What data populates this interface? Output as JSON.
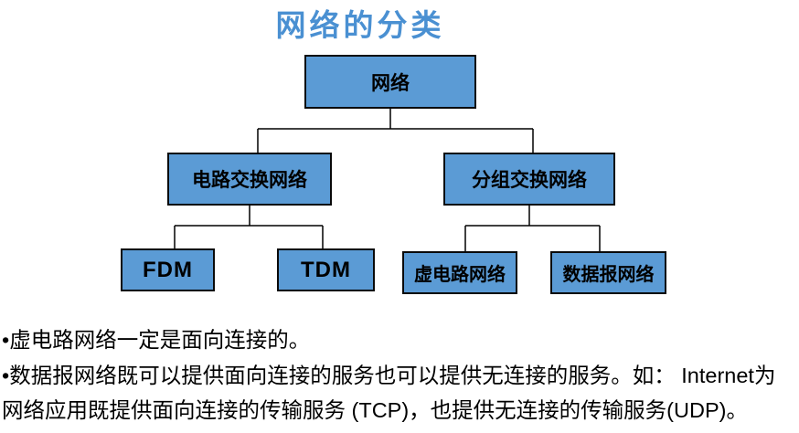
{
  "title": {
    "text": "网络的分类",
    "color": "#4a90d2"
  },
  "colors": {
    "box_fill": "#5b9bd5",
    "box_border": "#0a0a0a",
    "connector_line": "#000000",
    "body_text": "#000000"
  },
  "tree": {
    "root": {
      "label": "网络"
    },
    "level2": [
      {
        "label": "电路交换网络"
      },
      {
        "label": "分组交换网络"
      }
    ],
    "level3": [
      {
        "label": "FDM"
      },
      {
        "label": "TDM"
      },
      {
        "label": "虚电路网络"
      },
      {
        "label": "数据报网络"
      }
    ]
  },
  "notes": {
    "lines": [
      "•虚电路网络一定是面向连接的。",
      "•数据报网络既可以提供面向连接的服务也可以提供无连接的服务。如：  Internet为",
      "网络应用既提供面向连接的传输服务 (TCP)，也提供无连接的传输服务(UDP)。"
    ]
  }
}
